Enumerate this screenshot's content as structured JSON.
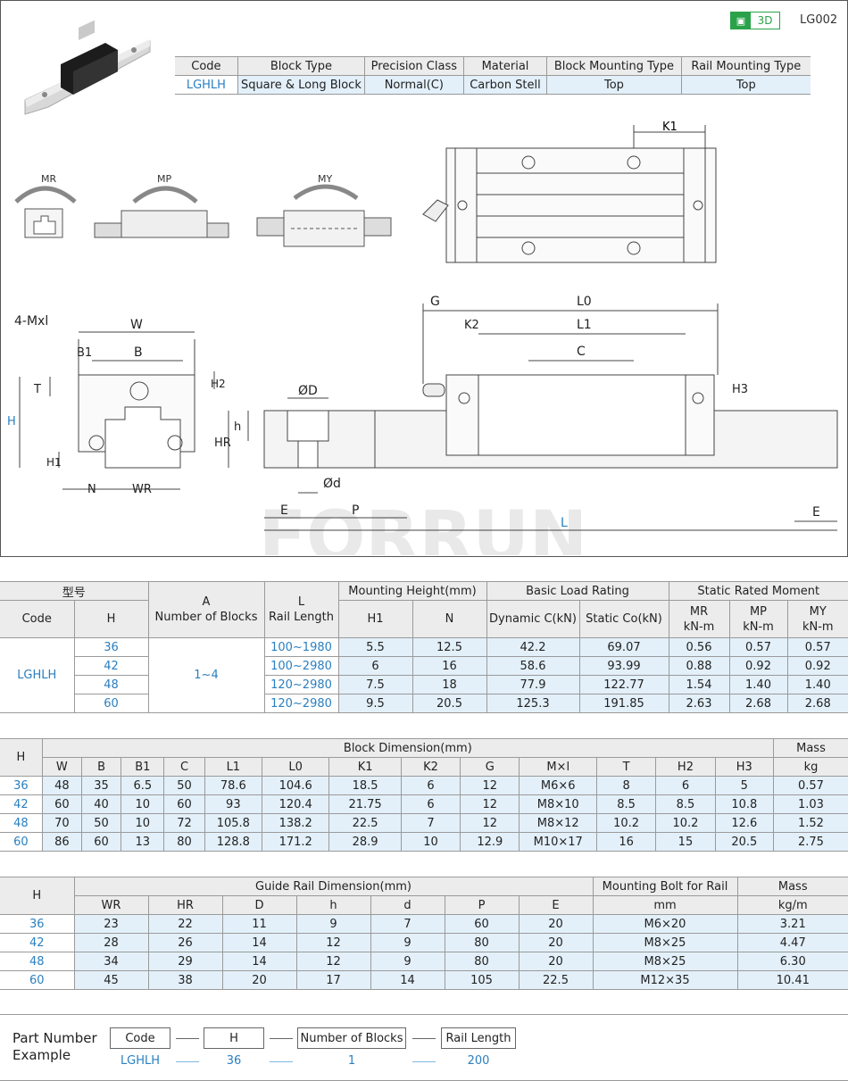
{
  "badge": {
    "label": "3D",
    "doc_id": "LG002"
  },
  "summary": {
    "headers": [
      "Code",
      "Block Type",
      "Precision Class",
      "Material",
      "Block Mounting Type",
      "Rail Mounting Type"
    ],
    "values": [
      "LGHLH",
      "Square & Long Block",
      "Normal(C)",
      "Carbon Stell",
      "Top",
      "Top"
    ]
  },
  "diagram": {
    "moments": [
      "MR",
      "MP",
      "MY"
    ],
    "labels": {
      "mxl": "4-Mxl",
      "W": "W",
      "B1": "B1",
      "B": "B",
      "T": "T",
      "H2": "H2",
      "H": "H",
      "H1": "H1",
      "N": "N",
      "WR": "WR",
      "OD": "ØD",
      "h": "h",
      "HR": "HR",
      "Od": "Ød",
      "E": "E",
      "P": "P",
      "G": "G",
      "L0": "L0",
      "K2": "K2",
      "L1": "L1",
      "C": "C",
      "H3": "H3",
      "L": "L",
      "K1": "K1"
    },
    "watermark": "FORRUN"
  },
  "table1": {
    "group_model": "型号",
    "code": "Code",
    "h": "H",
    "a_line1": "A",
    "a_line2": "Number of Blocks",
    "l_line1": "L",
    "l_line2": "Rail Length",
    "mount_height": "Mounting Height(mm)",
    "basic_load": "Basic Load Rating",
    "static_moment": "Static Rated Moment",
    "h1": "H1",
    "n": "N",
    "dyn": "Dynamic C(kN)",
    "sta": "Static Co(kN)",
    "mr": "MR",
    "mp": "MP",
    "my": "MY",
    "knm": "kN-m",
    "code_value": "LGHLH",
    "blocks_value": "1~4",
    "rows": [
      {
        "H": "36",
        "L": "100~1980",
        "H1": "5.5",
        "N": "12.5",
        "C": "42.2",
        "C0": "69.07",
        "MR": "0.56",
        "MP": "0.57",
        "MY": "0.57"
      },
      {
        "H": "42",
        "L": "100~2980",
        "H1": "6",
        "N": "16",
        "C": "58.6",
        "C0": "93.99",
        "MR": "0.88",
        "MP": "0.92",
        "MY": "0.92"
      },
      {
        "H": "48",
        "L": "120~2980",
        "H1": "7.5",
        "N": "18",
        "C": "77.9",
        "C0": "122.77",
        "MR": "1.54",
        "MP": "1.40",
        "MY": "1.40"
      },
      {
        "H": "60",
        "L": "120~2980",
        "H1": "9.5",
        "N": "20.5",
        "C": "125.3",
        "C0": "191.85",
        "MR": "2.63",
        "MP": "2.68",
        "MY": "2.68"
      }
    ]
  },
  "table2": {
    "h": "H",
    "group": "Block Dimension(mm)",
    "mass": "Mass",
    "mass_unit": "kg",
    "cols": [
      "W",
      "B",
      "B1",
      "C",
      "L1",
      "L0",
      "K1",
      "K2",
      "G",
      "M×l",
      "T",
      "H2",
      "H3"
    ],
    "rows": [
      {
        "H": "36",
        "v": [
          "48",
          "35",
          "6.5",
          "50",
          "78.6",
          "104.6",
          "18.5",
          "6",
          "12",
          "M6×6",
          "8",
          "6",
          "5"
        ],
        "mass": "0.57"
      },
      {
        "H": "42",
        "v": [
          "60",
          "40",
          "10",
          "60",
          "93",
          "120.4",
          "21.75",
          "6",
          "12",
          "M8×10",
          "8.5",
          "8.5",
          "10.8"
        ],
        "mass": "1.03"
      },
      {
        "H": "48",
        "v": [
          "70",
          "50",
          "10",
          "72",
          "105.8",
          "138.2",
          "22.5",
          "7",
          "12",
          "M8×12",
          "10.2",
          "10.2",
          "12.6"
        ],
        "mass": "1.52"
      },
      {
        "H": "60",
        "v": [
          "86",
          "60",
          "13",
          "80",
          "128.8",
          "171.2",
          "28.9",
          "10",
          "12.9",
          "M10×17",
          "16",
          "15",
          "20.5"
        ],
        "mass": "2.75"
      }
    ]
  },
  "table3": {
    "h": "H",
    "group": "Guide Rail Dimension(mm)",
    "bolt": "Mounting Bolt for Rail",
    "bolt_unit": "mm",
    "mass": "Mass",
    "mass_unit": "kg/m",
    "cols": [
      "WR",
      "HR",
      "D",
      "h",
      "d",
      "P",
      "E"
    ],
    "rows": [
      {
        "H": "36",
        "v": [
          "23",
          "22",
          "11",
          "9",
          "7",
          "60",
          "20"
        ],
        "bolt": "M6×20",
        "mass": "3.21"
      },
      {
        "H": "42",
        "v": [
          "28",
          "26",
          "14",
          "12",
          "9",
          "80",
          "20"
        ],
        "bolt": "M8×25",
        "mass": "4.47"
      },
      {
        "H": "48",
        "v": [
          "34",
          "29",
          "14",
          "12",
          "9",
          "80",
          "20"
        ],
        "bolt": "M8×25",
        "mass": "6.30"
      },
      {
        "H": "60",
        "v": [
          "45",
          "38",
          "20",
          "17",
          "14",
          "105",
          "22.5"
        ],
        "bolt": "M12×35",
        "mass": "10.41"
      }
    ]
  },
  "part_number": {
    "title_line1": "Part Number",
    "title_line2": "Example",
    "fields": [
      "Code",
      "H",
      "Number of Blocks",
      "Rail Length"
    ],
    "values": [
      "LGHLH",
      "36",
      "1",
      "200"
    ]
  }
}
